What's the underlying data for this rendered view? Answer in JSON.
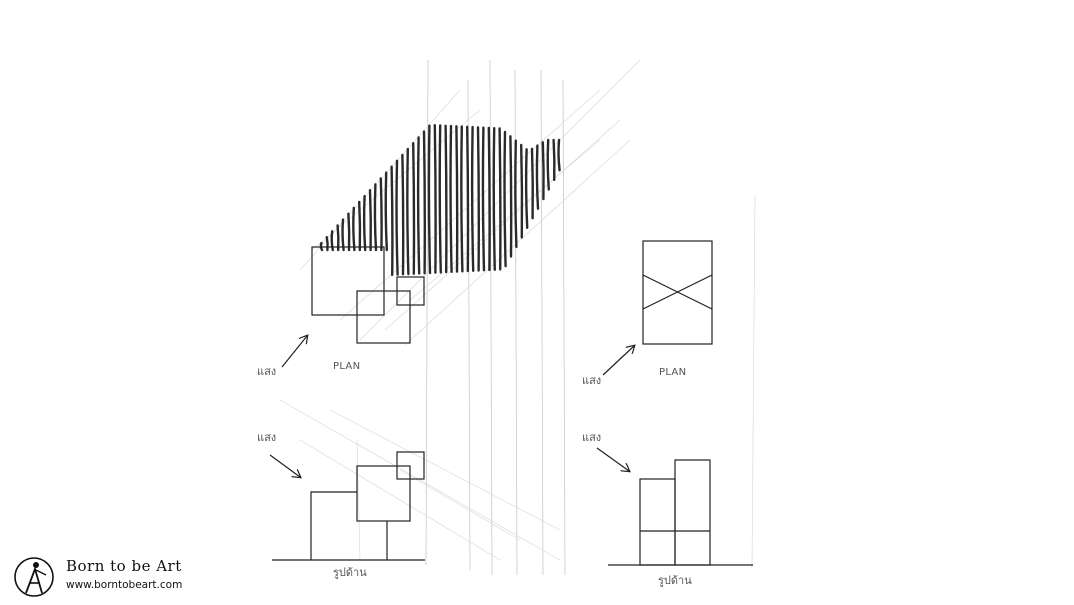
{
  "labels": {
    "light": "แสง",
    "plan": "PLAN",
    "elevation": "รูปด้าน"
  },
  "brand": {
    "title": "Born to be Art",
    "url": "www.borntobeart.com",
    "icon": "artist-figure-icon"
  },
  "colors": {
    "ink": "#222222",
    "hatch": "#2a2a2a",
    "guide": "#c8c8c8"
  }
}
